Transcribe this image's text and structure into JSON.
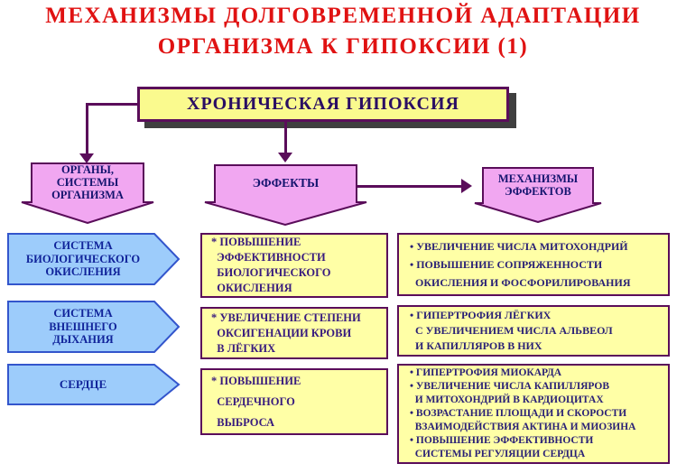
{
  "title": {
    "line1": "МЕХАНИЗМЫ ДОЛГОВРЕМЕННОЙ АДАПТАЦИИ",
    "line2": "ОРГАНИЗМА К ГИПОКСИИ (1)"
  },
  "root": {
    "label": "ХРОНИЧЕСКАЯ ГИПОКСИЯ"
  },
  "branches": {
    "organs": "ОРГАНЫ,\nСИСТЕМЫ\nОРГАНИЗМА",
    "effects": "ЭФФЕКТЫ",
    "mechanisms": "МЕХАНИЗМЫ\nЭФФЕКТОВ"
  },
  "organ_systems": {
    "items": [
      "СИСТЕМА\nБИОЛОГИЧЕСКОГО\nОКИСЛЕНИЯ",
      "СИСТЕМА\nВНЕШНЕГО\nДЫХАНИЯ",
      "СЕРДЦЕ"
    ]
  },
  "effects_column": {
    "items": [
      "* ПОВЫШЕНИЕ\n  ЭФФЕКТИВНОСТИ\n  БИОЛОГИЧЕСКОГО\n  ОКИСЛЕНИЯ",
      "* УВЕЛИЧЕНИЕ СТЕПЕНИ\n  ОКСИГЕНАЦИИ КРОВИ\n  В ЛЁГКИХ",
      "* ПОВЫШЕНИЕ\n  СЕРДЕЧНОГО\n  ВЫБРОСА"
    ]
  },
  "mechanisms_column": {
    "items": [
      "• УВЕЛИЧЕНИЕ ЧИСЛА МИТОХОНДРИЙ\n• ПОВЫШЕНИЕ СОПРЯЖЕННОСТИ\n  ОКИСЛЕНИЯ И ФОСФОРИЛИРОВАНИЯ",
      "• ГИПЕРТРОФИЯ ЛЁГКИХ\n  С УВЕЛИЧЕНИЕМ ЧИСЛА АЛЬВЕОЛ\n  И КАПИЛЛЯРОВ В НИХ",
      "• ГИПЕРТРОФИЯ МИОКАРДА\n• УВЕЛИЧЕНИЕ ЧИСЛА КАПИЛЛЯРОВ\n  И МИТОХОНДРИЙ В КАРДИОЦИТАХ\n• ВОЗРАСТАНИЕ ПЛОЩАДИ И СКОРОСТИ\n  ВЗАИМОДЕЙСТВИЯ АКТИНА И МИОЗИНА\n• ПОВЫШЕНИЕ ЭФФЕКТИВНОСТИ\n  СИСТЕМЫ РЕГУЛЯЦИИ СЕРДЦА"
    ]
  },
  "colors": {
    "title_red": "#e01212",
    "outline_purple": "#5a0d5a",
    "yellow_fill": "#ffffa6",
    "root_yellow_fill": "#fafa8e",
    "pink_fill": "#f1a7f1",
    "blue_fill": "#9dccfb",
    "blue_outline": "#3355cc",
    "navy_text": "#10239a",
    "purple_text": "#371a7e"
  }
}
